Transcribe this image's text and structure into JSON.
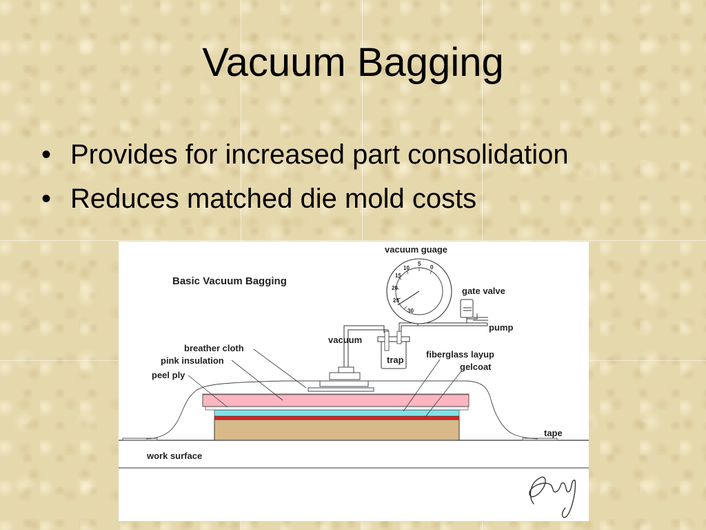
{
  "slide": {
    "title": "Vacuum Bagging",
    "bullets": [
      "Provides for increased part consolidation",
      "Reduces matched die mold costs"
    ]
  },
  "figure": {
    "title": "Basic Vacuum Bagging",
    "labels": {
      "vacuum_gauge": "vacuum guage",
      "gate_valve": "gate valve",
      "pump": "pump",
      "vacuum": "vacuum",
      "trap": "trap",
      "breather_cloth": "breather cloth",
      "pink_insulation": "pink insulation",
      "peel_ply": "peel ply",
      "fiberglass_layup": "fiberglass layup",
      "gelcoat": "gelcoat",
      "tape": "tape",
      "work_surface": "work surface"
    },
    "gauge_ticks": [
      "5",
      "0",
      "10",
      "15",
      "20",
      "25",
      "30"
    ],
    "colors": {
      "pink_insulation": "#ffb6c1",
      "fiberglass_layup": "#7fe3e8",
      "gelcoat": "#e0201c",
      "mold": "#d8b98a"
    }
  }
}
